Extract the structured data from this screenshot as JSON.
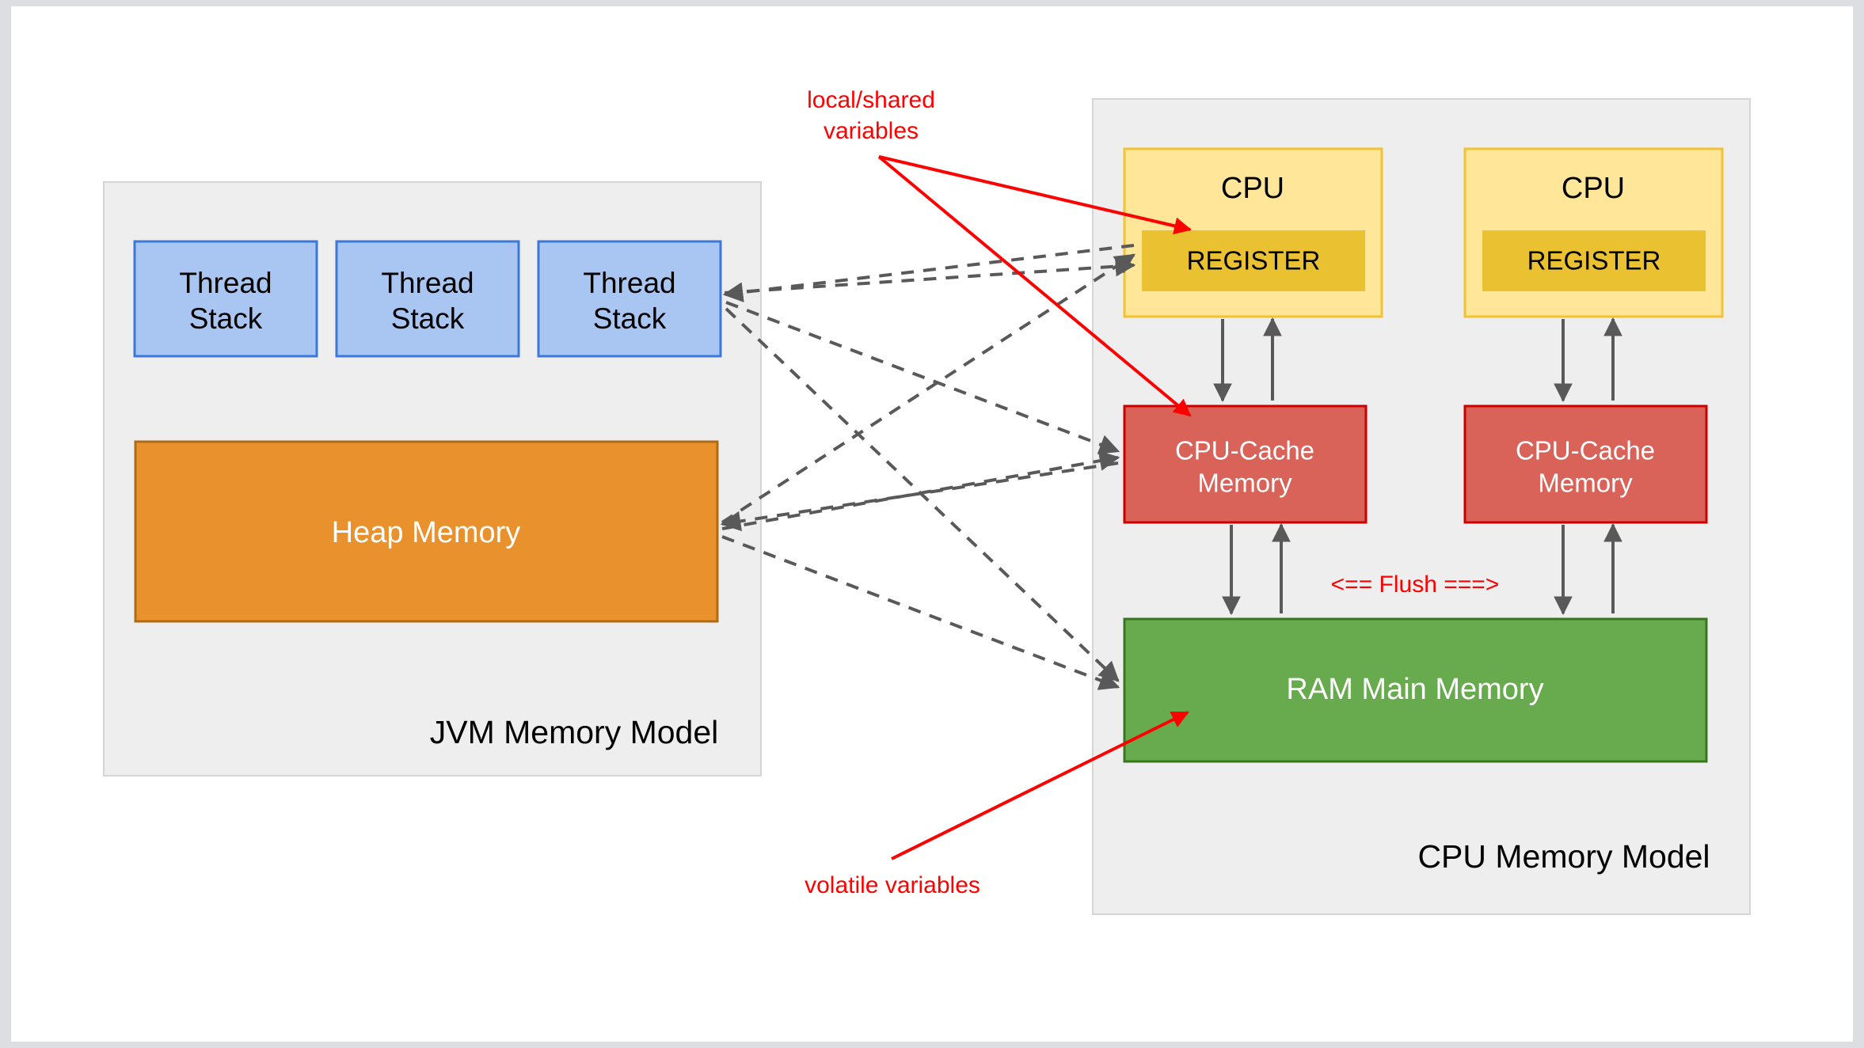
{
  "diagram": {
    "title_hidden": "",
    "jvm": {
      "container_label": "JVM Memory Model",
      "thread_stacks": [
        {
          "line1": "Thread",
          "line2": "Stack"
        },
        {
          "line1": "Thread",
          "line2": "Stack"
        },
        {
          "line1": "Thread",
          "line2": "Stack"
        }
      ],
      "heap": {
        "label": "Heap Memory"
      }
    },
    "cpu": {
      "container_label": "CPU Memory Model",
      "cores": [
        {
          "cpu_label": "CPU",
          "register_label": "REGISTER",
          "cache_line1": "CPU-Cache",
          "cache_line2": "Memory"
        },
        {
          "cpu_label": "CPU",
          "register_label": "REGISTER",
          "cache_line1": "CPU-Cache",
          "cache_line2": "Memory"
        }
      ],
      "ram": {
        "label": "RAM Main Memory"
      },
      "flush_label": "<== Flush ===>"
    },
    "annotations": {
      "local_shared_line1": "local/shared",
      "local_shared_line2": "variables",
      "volatile": "volatile variables"
    },
    "colors": {
      "canvas": "#ffffff",
      "frame": "#dcdee2",
      "container_fill": "#eeeeee",
      "container_stroke": "#d5d5d5",
      "thread_fill": "#a9c5f2",
      "thread_stroke": "#3c78d8",
      "heap_fill": "#e8912d",
      "heap_stroke": "#b06a16",
      "cpu_fill": "#ffe699",
      "cpu_stroke": "#f1c232",
      "register_fill": "#eac131",
      "register_stroke": "#eac131",
      "cache_fill": "#d96259",
      "cache_stroke": "#cc0000",
      "ram_fill": "#67ab4e",
      "ram_stroke": "#38761d",
      "arrow_gray": "#595959",
      "arrow_red": "#ff0000",
      "text_dark": "#000000",
      "text_light": "#ffffff"
    }
  }
}
